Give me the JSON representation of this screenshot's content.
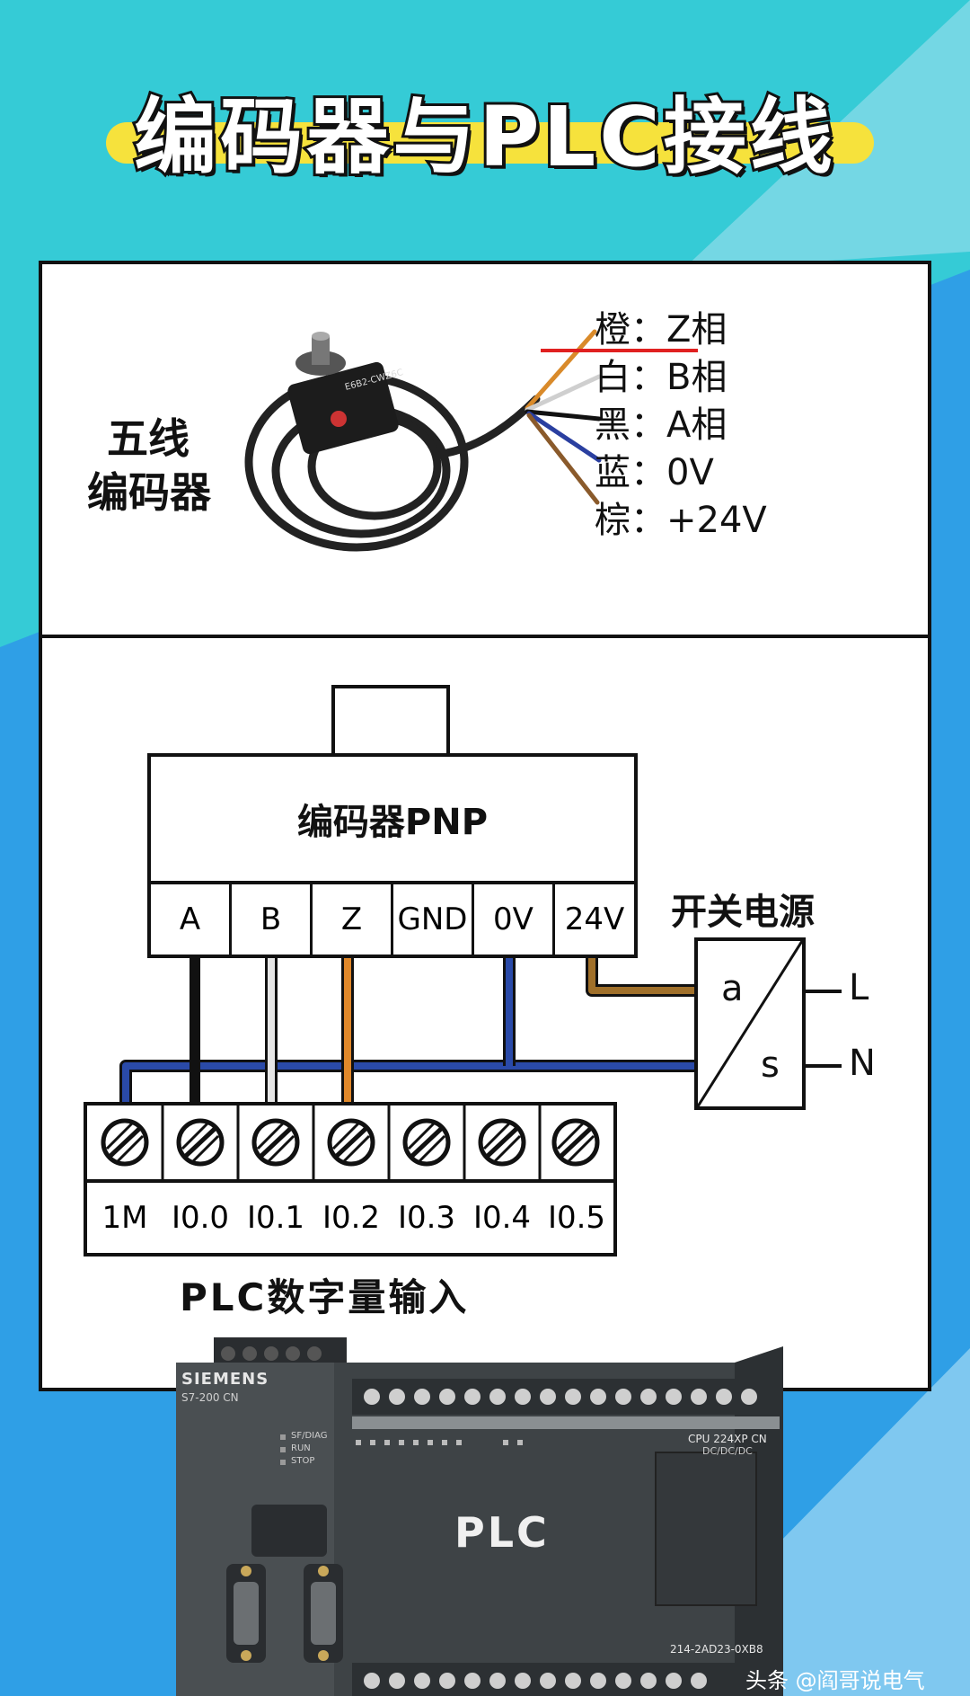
{
  "title": "编码器与PLC接线",
  "top_panel": {
    "device_label_line1": "五线",
    "device_label_line2": "编码器",
    "wires": [
      {
        "label": "橙：Z相",
        "color": "#d98a2a"
      },
      {
        "label": "白：B相",
        "color": "#d8d8d8"
      },
      {
        "label": "黑：A相",
        "color": "#111111"
      },
      {
        "label": "蓝：0V",
        "color": "#2a3fa0"
      },
      {
        "label": "棕：+24V",
        "color": "#8a5a2b"
      }
    ],
    "encoder_print": "E6B2-CWZ6C"
  },
  "diagram": {
    "encoder_title": "编码器PNP",
    "encoder_terminals": [
      "A",
      "B",
      "Z",
      "GND",
      "0V",
      "24V"
    ],
    "psu_title": "开关电源",
    "psu_a": "a",
    "psu_s": "s",
    "psu_L": "L",
    "psu_N": "N",
    "plc_terminals": [
      "1M",
      "I0.0",
      "I0.1",
      "I0.2",
      "I0.3",
      "I0.4",
      "I0.5"
    ],
    "plc_caption": "PLC数字量输入"
  },
  "plc_photo": {
    "brand": "SIEMENS",
    "model": "S7-200 CN",
    "label": "PLC",
    "cpu": "CPU 224XP CN",
    "cpu_sub": "DC/DC/DC",
    "part_no": "214-2AD23-0XB8",
    "leds": [
      "SF/DIAG",
      "RUN",
      "STOP"
    ]
  },
  "watermark": "头条 @阎哥说电气",
  "colors": {
    "cyan": "#34c8d8",
    "blue": "#2f8fe0",
    "wire_black": "#111111",
    "wire_white": "#d8d8d8",
    "wire_orange": "#e0882a",
    "wire_blue": "#2a4aa8",
    "wire_brown": "#a0702a"
  }
}
